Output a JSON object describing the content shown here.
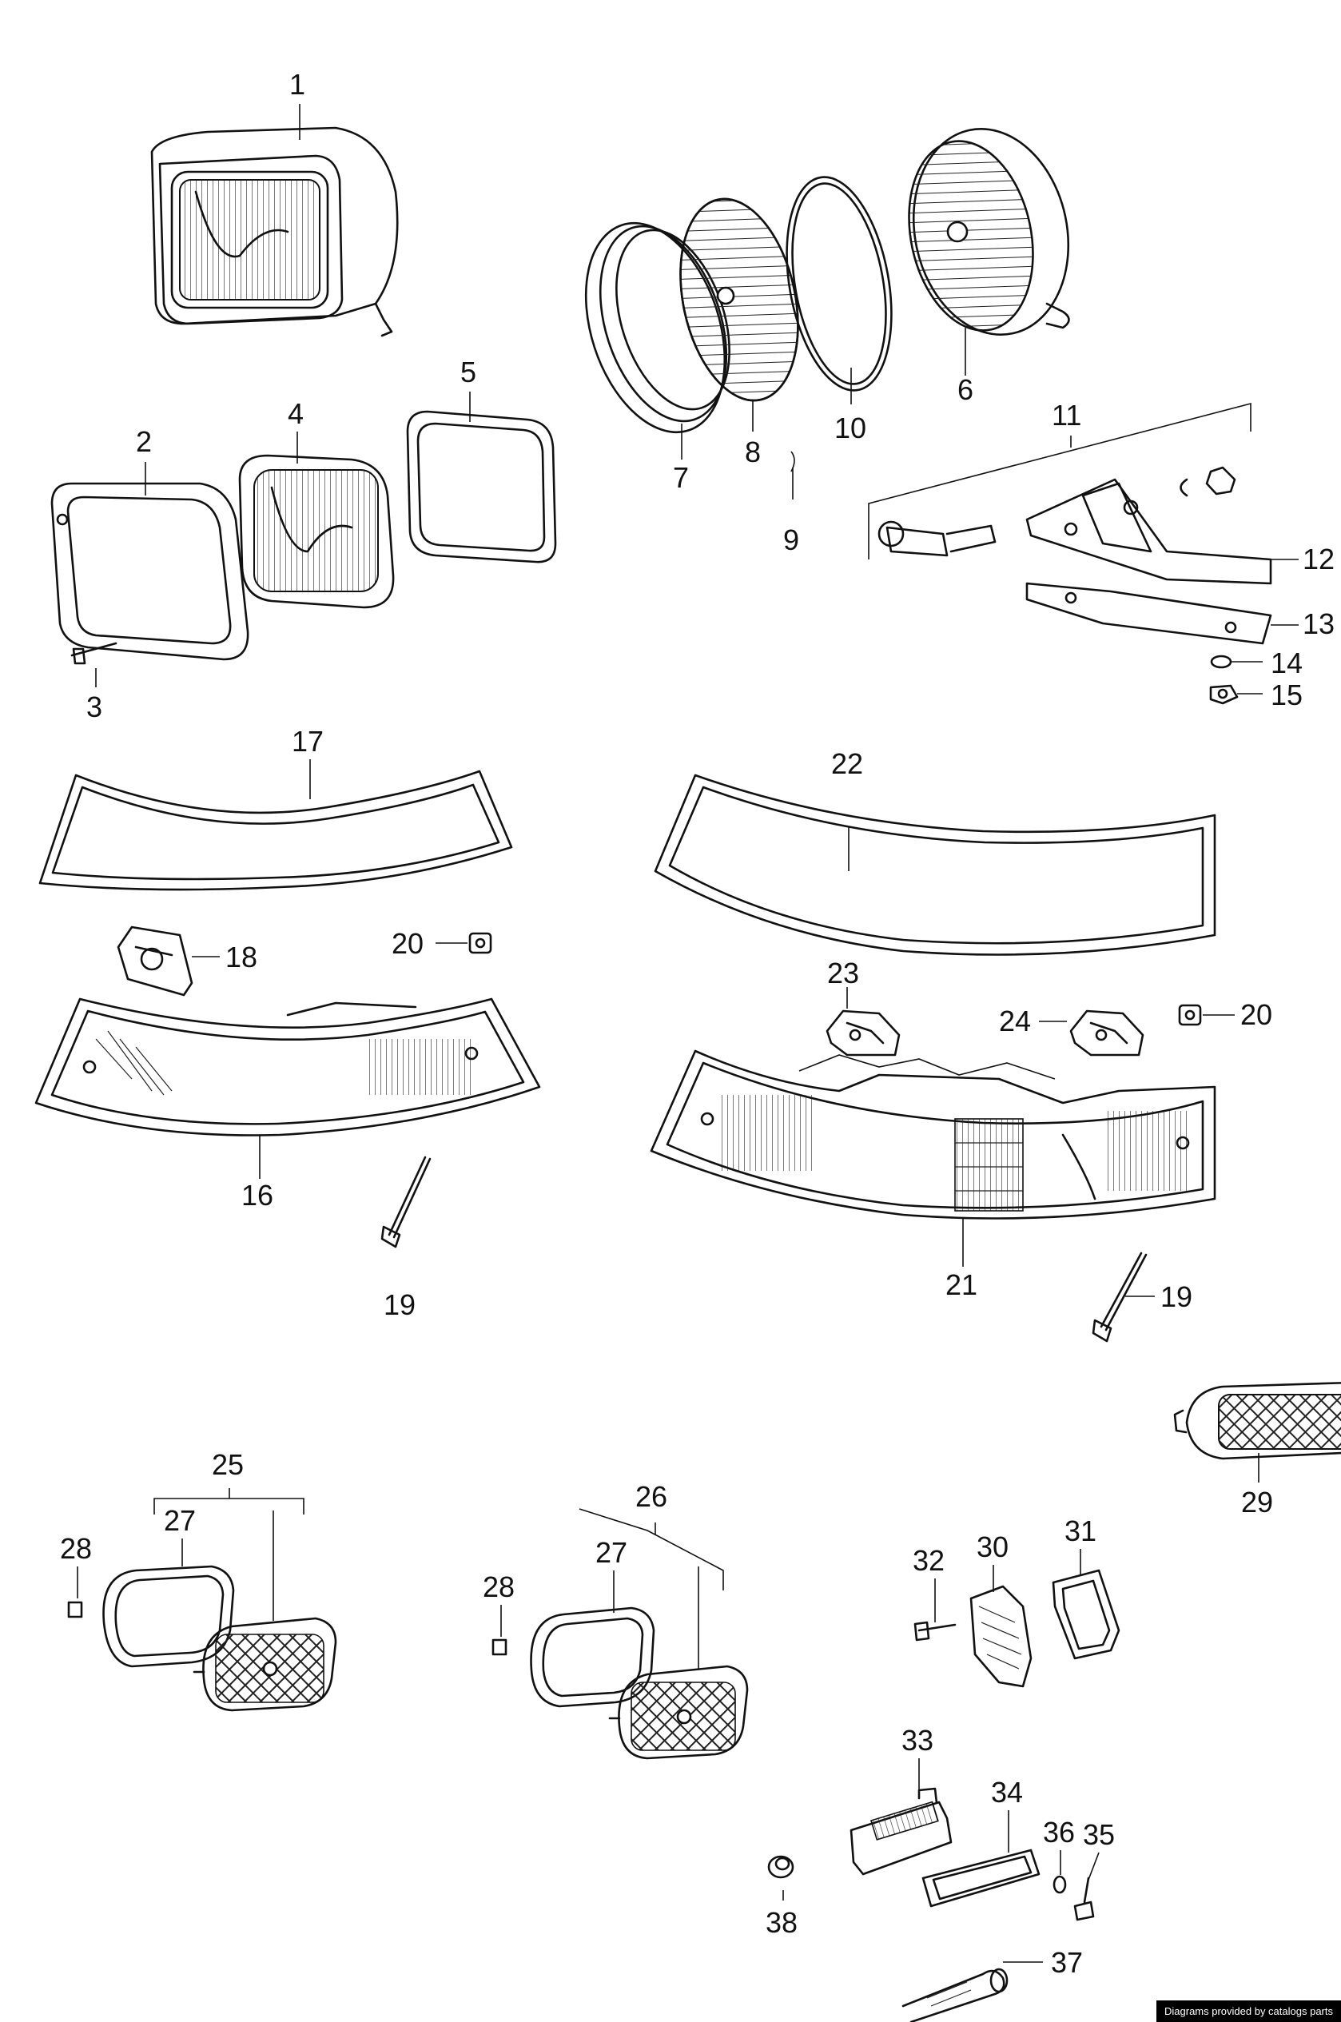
{
  "diagram": {
    "callouts": [
      "1",
      "2",
      "3",
      "4",
      "5",
      "6",
      "7",
      "8",
      "9",
      "10",
      "11",
      "12",
      "13",
      "14",
      "15",
      "16",
      "17",
      "18",
      "19",
      "20",
      "21",
      "22",
      "23",
      "24",
      "25",
      "26",
      "27",
      "28",
      "29",
      "30",
      "31",
      "32",
      "33",
      "34",
      "35",
      "36",
      "37",
      "38"
    ]
  },
  "footer": {
    "credit": "Diagrams provided by catalogs parts"
  }
}
